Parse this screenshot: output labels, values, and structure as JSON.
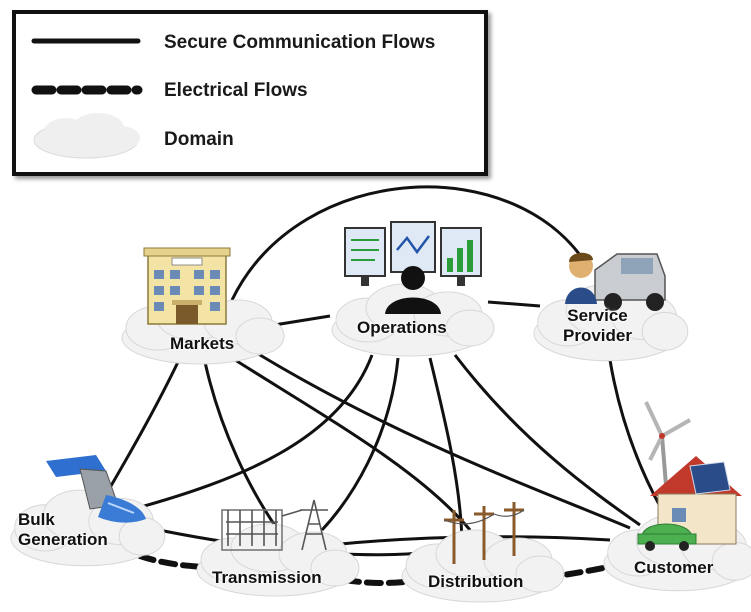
{
  "legend": {
    "secure_label": "Secure Communication Flows",
    "electrical_label": "Electrical Flows",
    "domain_label": "Domain"
  },
  "domains": {
    "markets": "Markets",
    "operations": "Operations",
    "service_provider_line1": "Service",
    "service_provider_line2": "Provider",
    "bulk_generation_line1": "Bulk",
    "bulk_generation_line2": "Generation",
    "transmission": "Transmission",
    "distribution": "Distribution",
    "customer": "Customer"
  },
  "colors": {
    "line": "#111111",
    "cloud_fill": "#f2f2f2",
    "cloud_stroke": "#d6d6d6",
    "water": "#3a7bd5",
    "car": "#4caf50",
    "roof": "#c0392b"
  },
  "icons": {
    "markets": "office-building-icon",
    "operations": "control-room-icon",
    "service_provider": "technician-truck-icon",
    "bulk_generation": "hydro-dam-icon",
    "transmission": "substation-tower-icon",
    "distribution": "utility-poles-icon",
    "customer": "smart-home-icon"
  }
}
